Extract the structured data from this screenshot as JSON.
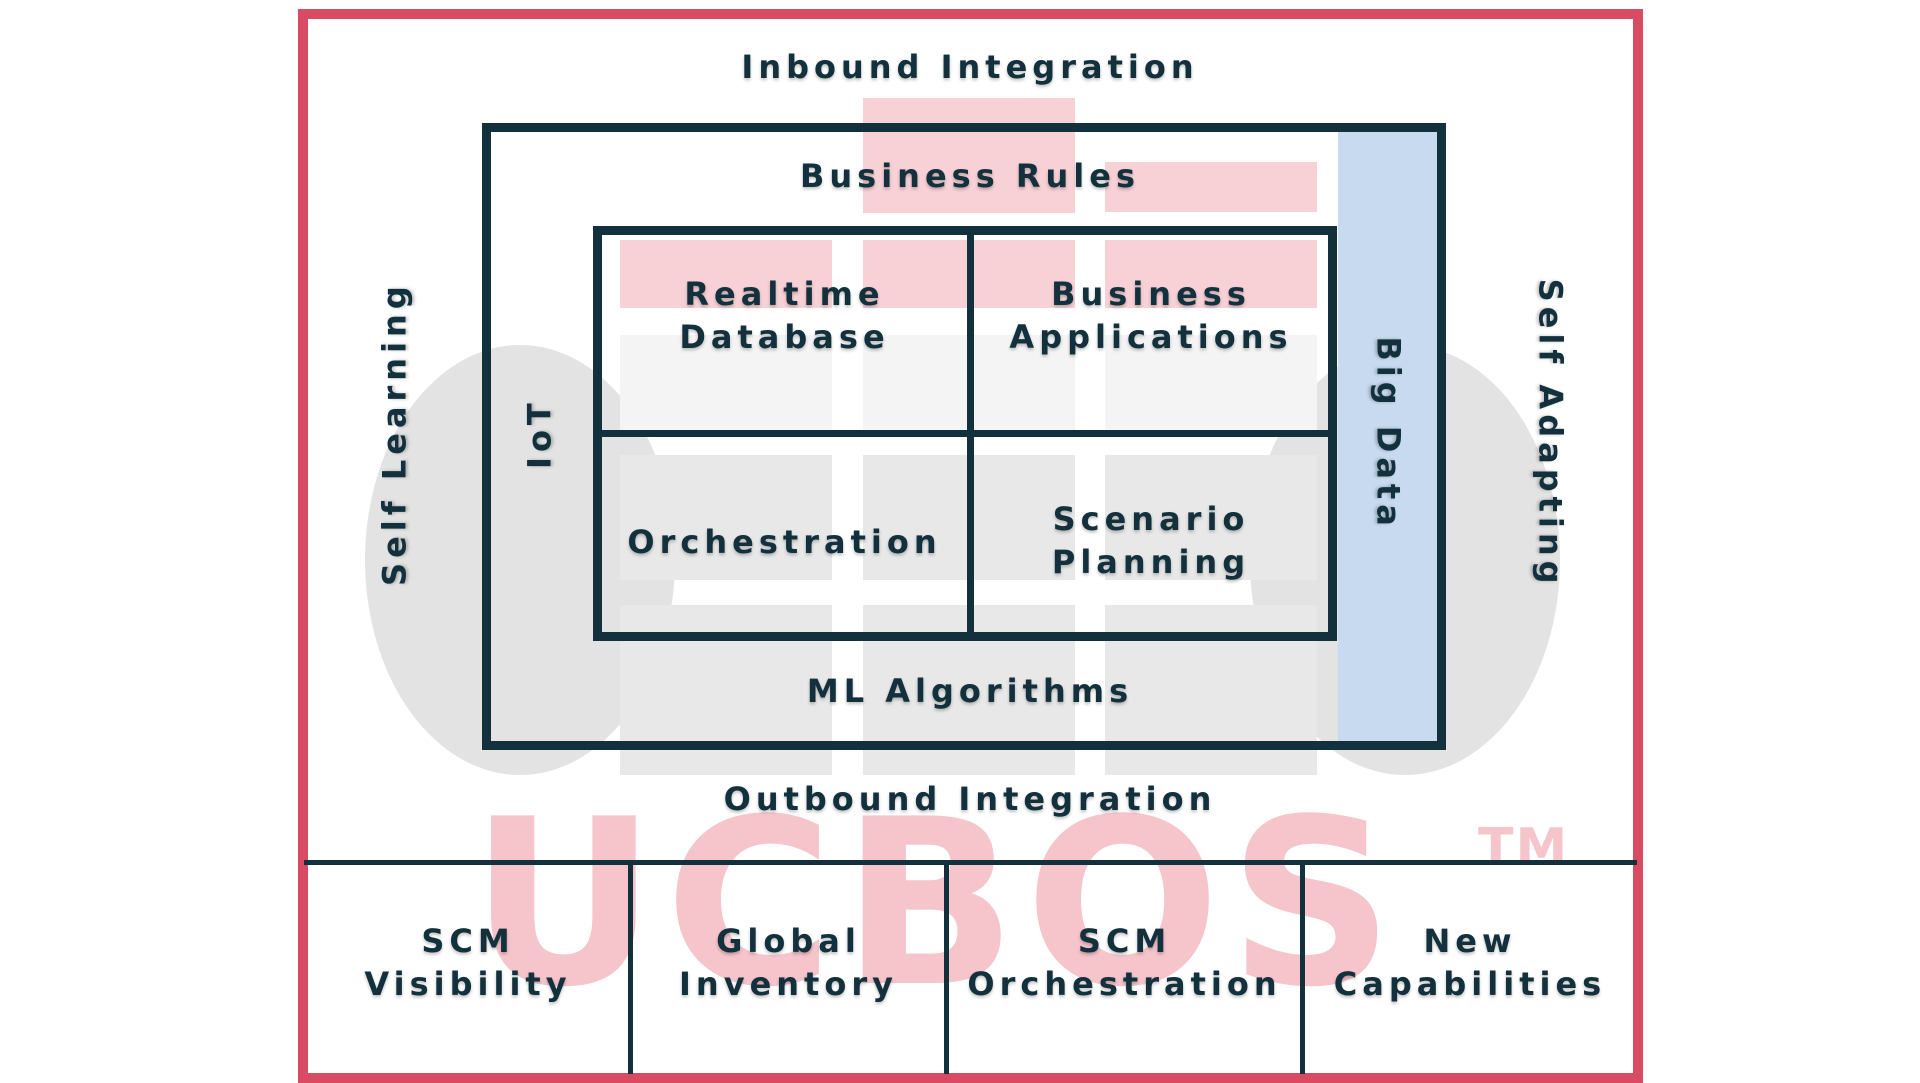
{
  "diagram": {
    "colors": {
      "frame": "#d94a63",
      "border": "#13303d",
      "text": "#13303d",
      "big_data_fill": "#c8daf0",
      "watermark": "#f6c4cb",
      "logo_gray": "#e3e3e3"
    },
    "watermark": {
      "text": "UCBOS",
      "mark": "TM"
    },
    "outer": {
      "top": "Inbound Integration",
      "bottom": "Outbound Integration",
      "left": "Self Learning",
      "right": "Self Adapting"
    },
    "middle": {
      "top": "Business Rules",
      "bottom": "ML Algorithms",
      "left": "IoT",
      "right": "Big Data"
    },
    "core": {
      "top_left": [
        "Realtime",
        "Database"
      ],
      "top_right": [
        "Business",
        "Applications"
      ],
      "bottom_left": [
        "Orchestration"
      ],
      "bottom_right": [
        "Scenario",
        "Planning"
      ]
    },
    "capabilities": [
      [
        "SCM",
        "Visibility"
      ],
      [
        "Global",
        "Inventory"
      ],
      [
        "SCM",
        "Orchestration"
      ],
      [
        "New",
        "Capabilities"
      ]
    ]
  }
}
